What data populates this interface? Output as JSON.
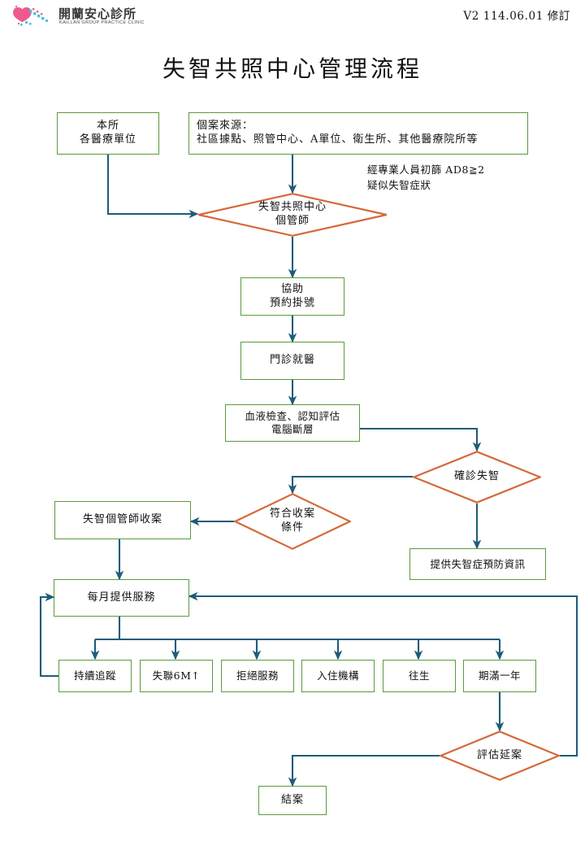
{
  "header": {
    "logo_cn": "開蘭安心診所",
    "logo_en": "KAILLAN GROUP PRACTICE CLINIC",
    "logo_icon": "heart-logo-icon",
    "version": "V2 114.06.01 修訂"
  },
  "title": "失智共照中心管理流程",
  "colors": {
    "box_border": "#5B9A3F",
    "diamond_border": "#D4693A",
    "connector": "#1F5C7A",
    "text": "#111111",
    "logo_pink": "#ED5A8B",
    "logo_blue": "#45C2E0"
  },
  "nodes": {
    "origin_unit": {
      "text": "本所\n各醫療單位",
      "shape": "box"
    },
    "case_source": {
      "text": "個案來源：\n社區據點、照管中心、A單位、衛生所、其他醫療院所等",
      "shape": "box"
    },
    "case_manager": {
      "text": "失智共照中心\n個管師",
      "shape": "diamond"
    },
    "assist_booking": {
      "text": "協助\n預約掛號",
      "shape": "box"
    },
    "clinic_visit": {
      "text": "門診就醫",
      "shape": "box"
    },
    "exams": {
      "text": "血液檢查、認知評估\n電腦斷層",
      "shape": "box"
    },
    "diagnosis": {
      "text": "確診失智",
      "shape": "diamond"
    },
    "criteria": {
      "text": "符合收案\n條件",
      "shape": "diamond"
    },
    "prevention_info": {
      "text": "提供失智症預防資訊",
      "shape": "box"
    },
    "enroll": {
      "text": "失智個管師收案",
      "shape": "box"
    },
    "monthly_service": {
      "text": "每月提供服務",
      "shape": "box"
    },
    "review_extend": {
      "text": "評估延案",
      "shape": "diamond"
    },
    "close_case": {
      "text": "結案",
      "shape": "box"
    }
  },
  "outcomes": [
    {
      "text": "持續追蹤"
    },
    {
      "text": "失聯6M↑"
    },
    {
      "text": "拒絕服務"
    },
    {
      "text": "入住機構"
    },
    {
      "text": "往生"
    },
    {
      "text": "期滿一年"
    }
  ],
  "annotations": {
    "screening": "經專業人員初篩 AD8≧2\n疑似失智症狀"
  }
}
